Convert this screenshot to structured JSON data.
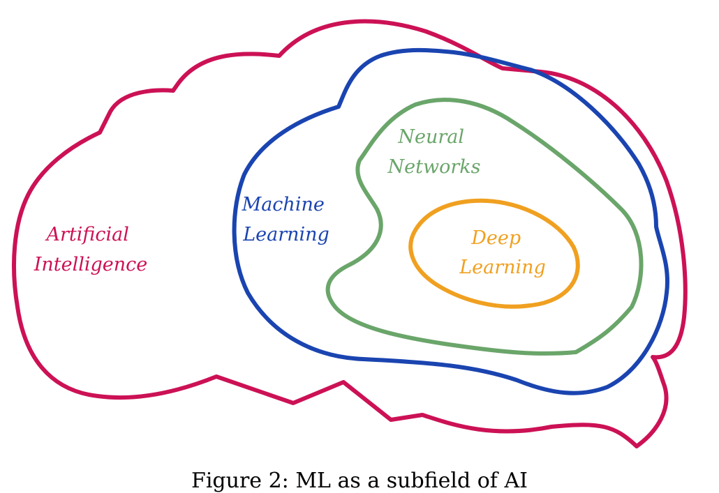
{
  "figure": {
    "caption": "Figure 2: ML as a subfield of AI",
    "regions": [
      {
        "id": "artificial-intelligence",
        "label_lines": [
          "Artificial",
          "Intelligence"
        ],
        "color": "#cc1155"
      },
      {
        "id": "machine-learning",
        "label_lines": [
          "Machine",
          "Learning"
        ],
        "color": "#1a44b0"
      },
      {
        "id": "neural-networks",
        "label_lines": [
          "Neural",
          "Networks"
        ],
        "color": "#6aa56a"
      },
      {
        "id": "deep-learning",
        "label_lines": [
          "Deep",
          "Learning"
        ],
        "color": "#f0a020"
      }
    ],
    "nesting": "Deep Learning ⊂ Neural Networks ⊂ Machine Learning ⊂ Artificial Intelligence"
  }
}
